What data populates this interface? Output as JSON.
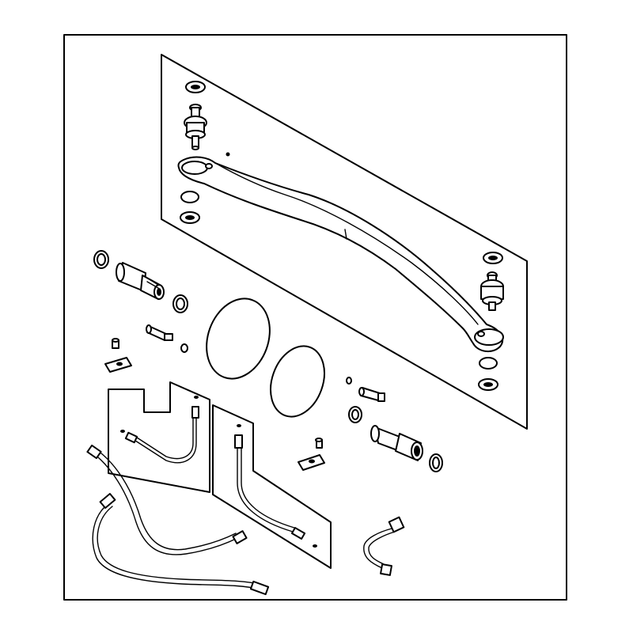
{
  "diagram": {
    "kind": "exploded parts illustration",
    "colors": {
      "line": "#000000",
      "background": "#ffffff"
    },
    "parts": [
      "frame-border",
      "upper-panel",
      "upper-bolt-seal",
      "upper-ball-joint",
      "tie-rod-arm",
      "tie-rod-seal-left",
      "tie-rod-seal-right",
      "right-ball-joint",
      "left-stub-axle",
      "right-stub-axle",
      "large-o-ring-left",
      "large-o-ring-right",
      "small-bolt-left",
      "small-bolt-right",
      "clamp-block-left",
      "clamp-block-right",
      "hose-panel-left",
      "hose-panel-right",
      "hose-long-left",
      "hose-short-right",
      "harness-connector"
    ]
  }
}
